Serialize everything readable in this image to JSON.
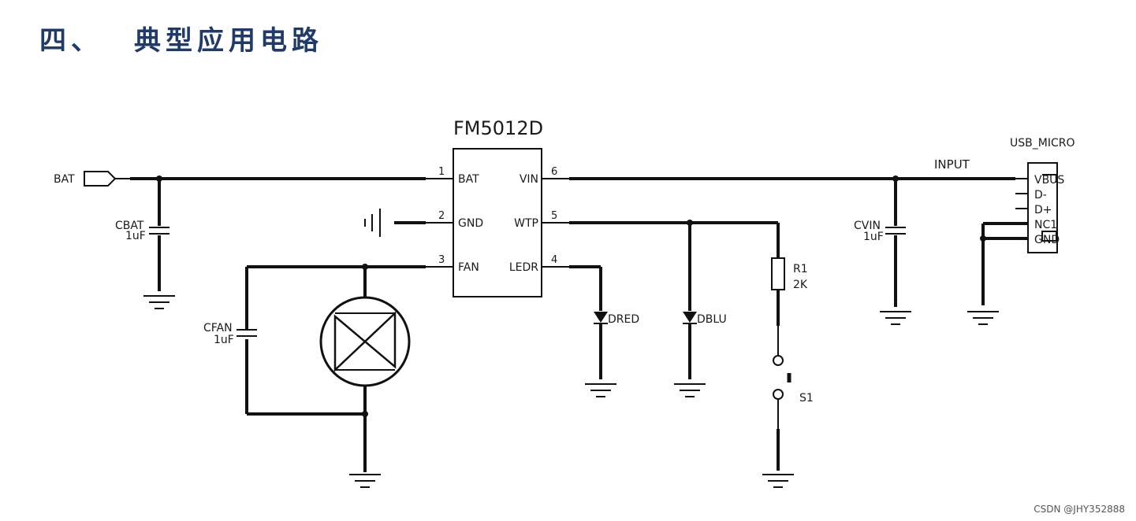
{
  "heading": {
    "number": "四、",
    "title": "典型应用电路"
  },
  "chip": {
    "name": "FM5012D",
    "pins": [
      {
        "num": "1",
        "name": "BAT"
      },
      {
        "num": "2",
        "name": "GND"
      },
      {
        "num": "3",
        "name": "FAN"
      },
      {
        "num": "4",
        "name": "LEDR"
      },
      {
        "num": "5",
        "name": "WTP"
      },
      {
        "num": "6",
        "name": "VIN"
      }
    ]
  },
  "labels": {
    "bat_port": "BAT",
    "cbat_name": "CBAT",
    "cbat_value": "1uF",
    "cfan_name": "CFAN",
    "cfan_value": "1uF",
    "dred": "DRED",
    "dblu": "DBLU",
    "r1_name": "R1",
    "r1_value": "2K",
    "s1_name": "S1",
    "cvin_name": "CVIN",
    "cvin_value": "1uF",
    "input_net": "INPUT",
    "usb_title": "USB_MICRO",
    "usb_pins": [
      "VBUS",
      "D-",
      "D+",
      "NC1",
      "GND"
    ]
  },
  "watermark": "CSDN @JHY352888"
}
